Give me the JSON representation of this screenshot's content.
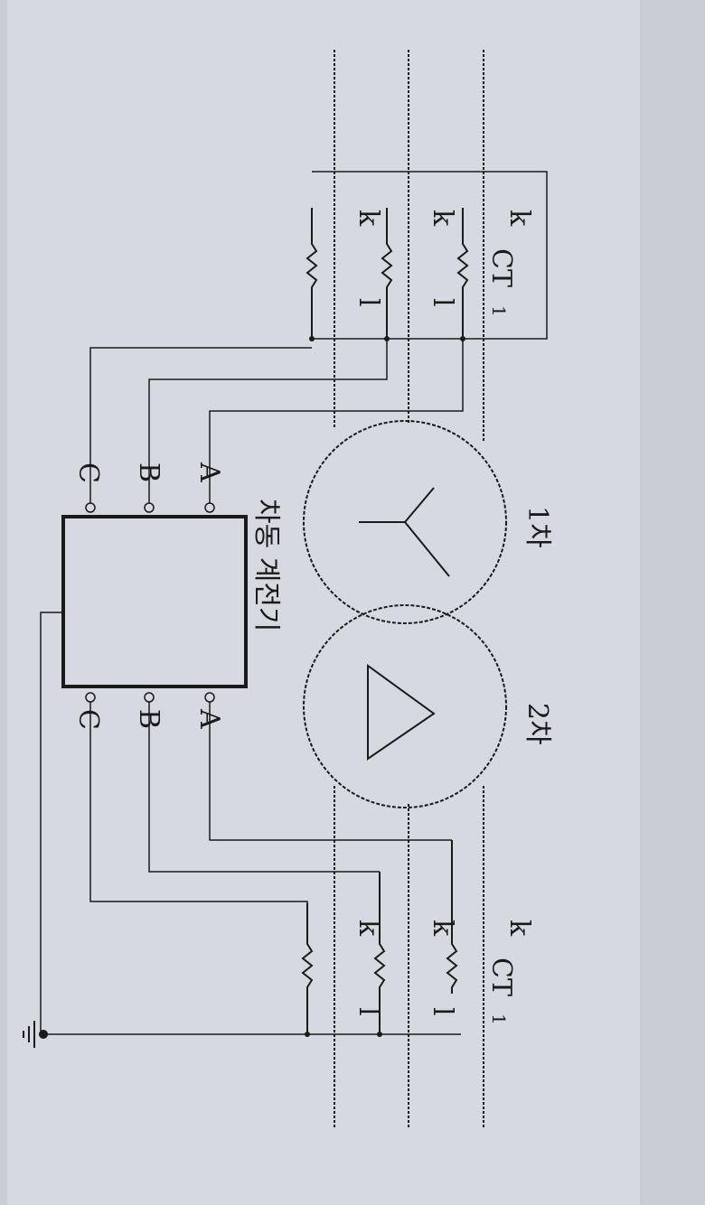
{
  "labels": {
    "ct": "CT",
    "ct_sub": "1",
    "k": "k",
    "l": "l",
    "primary": "1차",
    "secondary": "2차",
    "relay": "차동 계전기",
    "a": "A",
    "b": "B",
    "c": "C"
  },
  "colors": {
    "ink": "#1a1a1a",
    "paper": "#d6d9df"
  }
}
